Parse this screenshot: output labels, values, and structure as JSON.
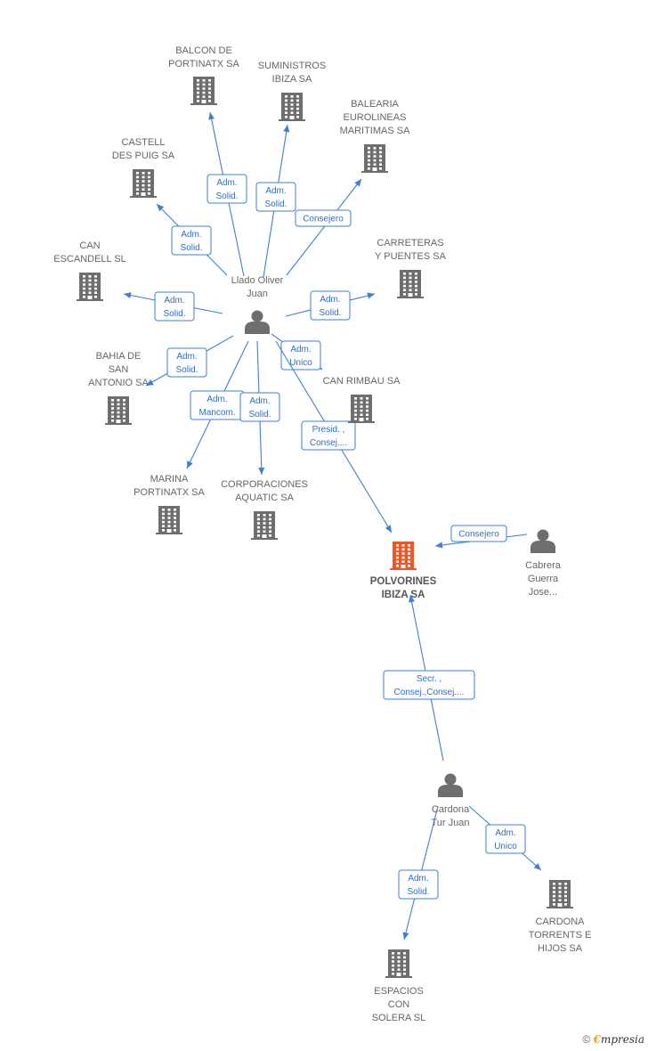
{
  "colors": {
    "edge": "#3d7fd6",
    "building": "#6e6e6e",
    "building_main": "#e9572b",
    "person": "#6e6e6e"
  },
  "people": [
    {
      "id": "llado",
      "lines": [
        "Llado Oliver",
        "Juan"
      ]
    },
    {
      "id": "cardona",
      "lines": [
        "Cardona",
        "Tur Juan"
      ]
    },
    {
      "id": "cabrera",
      "lines": [
        "Cabrera",
        "Guerra",
        "Jose..."
      ]
    }
  ],
  "companies": [
    {
      "id": "polvorines",
      "lines": [
        "POLVORINES",
        "IBIZA SA"
      ],
      "main": true
    },
    {
      "id": "balcon",
      "lines": [
        "BALCON DE",
        "PORTINATX SA"
      ]
    },
    {
      "id": "suministros",
      "lines": [
        "SUMINISTROS",
        "IBIZA SA"
      ]
    },
    {
      "id": "balearia",
      "lines": [
        "BALEARIA",
        "EUROLINEAS",
        "MARITIMAS SA"
      ]
    },
    {
      "id": "castell",
      "lines": [
        "CASTELL",
        "DES PUIG SA"
      ]
    },
    {
      "id": "carreteras",
      "lines": [
        "CARRETERAS",
        "Y PUENTES SA"
      ]
    },
    {
      "id": "escandell",
      "lines": [
        "CAN",
        "ESCANDELL SL"
      ]
    },
    {
      "id": "bahia",
      "lines": [
        "BAHIA DE",
        "SAN",
        "ANTONIO SA"
      ]
    },
    {
      "id": "rimbau",
      "lines": [
        "CAN RIMBAU SA"
      ]
    },
    {
      "id": "marina",
      "lines": [
        "MARINA",
        "PORTINATX SA"
      ]
    },
    {
      "id": "corporaciones",
      "lines": [
        "CORPORACIONES",
        "AQUATIC SA"
      ]
    },
    {
      "id": "cardona_torrents",
      "lines": [
        "CARDONA",
        "TORRENTS E",
        "HIJOS SA"
      ]
    },
    {
      "id": "espacios",
      "lines": [
        "ESPACIOS",
        "CON",
        "SOLERA SL"
      ]
    }
  ],
  "edges": [
    {
      "from": "llado",
      "to": "balcon",
      "label": [
        "Adm.",
        "Solid."
      ]
    },
    {
      "from": "llado",
      "to": "suministros",
      "label": [
        "Adm.",
        "Solid."
      ]
    },
    {
      "from": "llado",
      "to": "balearia",
      "label": [
        "Consejero"
      ]
    },
    {
      "from": "llado",
      "to": "castell",
      "label": [
        "Adm.",
        "Solid."
      ]
    },
    {
      "from": "llado",
      "to": "escandell",
      "label": [
        "Adm.",
        "Solid."
      ]
    },
    {
      "from": "llado",
      "to": "carreteras",
      "label": [
        "Adm.",
        "Solid."
      ]
    },
    {
      "from": "llado",
      "to": "bahia",
      "label": [
        "Adm.",
        "Solid."
      ]
    },
    {
      "from": "llado",
      "to": "rimbau",
      "label": [
        "Adm.",
        "Unico"
      ]
    },
    {
      "from": "llado",
      "to": "marina",
      "label": [
        "Adm.",
        "Mancom."
      ]
    },
    {
      "from": "llado",
      "to": "corporaciones",
      "label": [
        "Adm.",
        "Solid."
      ]
    },
    {
      "from": "llado",
      "to": "polvorines",
      "label": [
        "Presid. ,",
        "Consej...."
      ]
    },
    {
      "from": "cabrera",
      "to": "polvorines",
      "label": [
        "Consejero"
      ]
    },
    {
      "from": "cardona",
      "to": "polvorines",
      "label": [
        "Secr. ,",
        "Consej.,Consej...."
      ]
    },
    {
      "from": "cardona",
      "to": "cardona_torrents",
      "label": [
        "Adm.",
        "Unico"
      ]
    },
    {
      "from": "cardona",
      "to": "espacios",
      "label": [
        "Adm.",
        "Solid."
      ]
    }
  ],
  "footer": {
    "copyright": "©",
    "brand_first": "€",
    "brand_rest": "mpresia"
  }
}
